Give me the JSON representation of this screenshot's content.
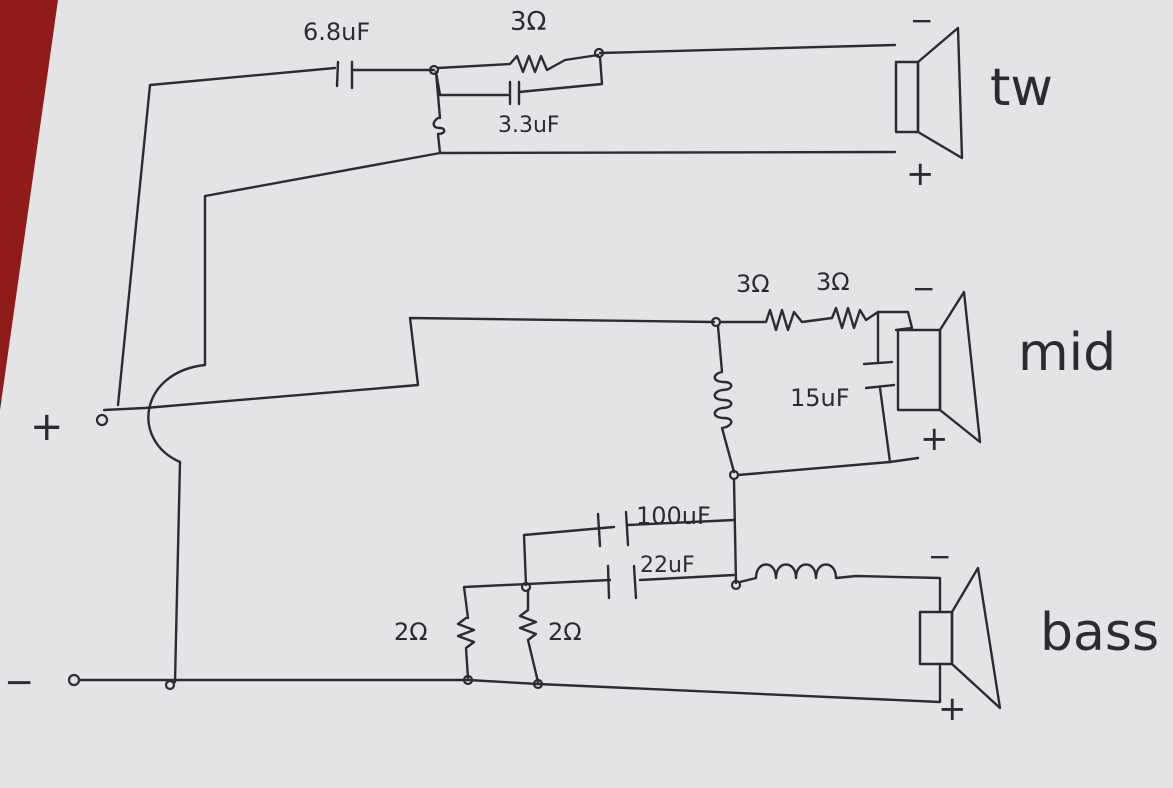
{
  "labels": {
    "tw_cap": "6.8uF",
    "tw_res": "3Ω",
    "tw_cap2": "3.3uF",
    "tw_name": "tw",
    "tw_minus": "−",
    "tw_plus": "+",
    "mid_res1": "3Ω",
    "mid_res2": "3Ω",
    "mid_cap": "15uF",
    "mid_name": "mid",
    "mid_minus": "−",
    "mid_plus": "+",
    "bass_cap1": "100uF",
    "bass_cap2": "22uF",
    "bass_res1": "2Ω",
    "bass_res2": "2Ω",
    "bass_name": "bass",
    "bass_minus": "−",
    "bass_plus": "+",
    "input_plus": "+",
    "input_minus": "−"
  },
  "colors": {
    "paper": "#e4e4e6",
    "ink": "#2b2b33",
    "background_red": "#8f1b1b",
    "background_dark": "#2a2a2a"
  }
}
